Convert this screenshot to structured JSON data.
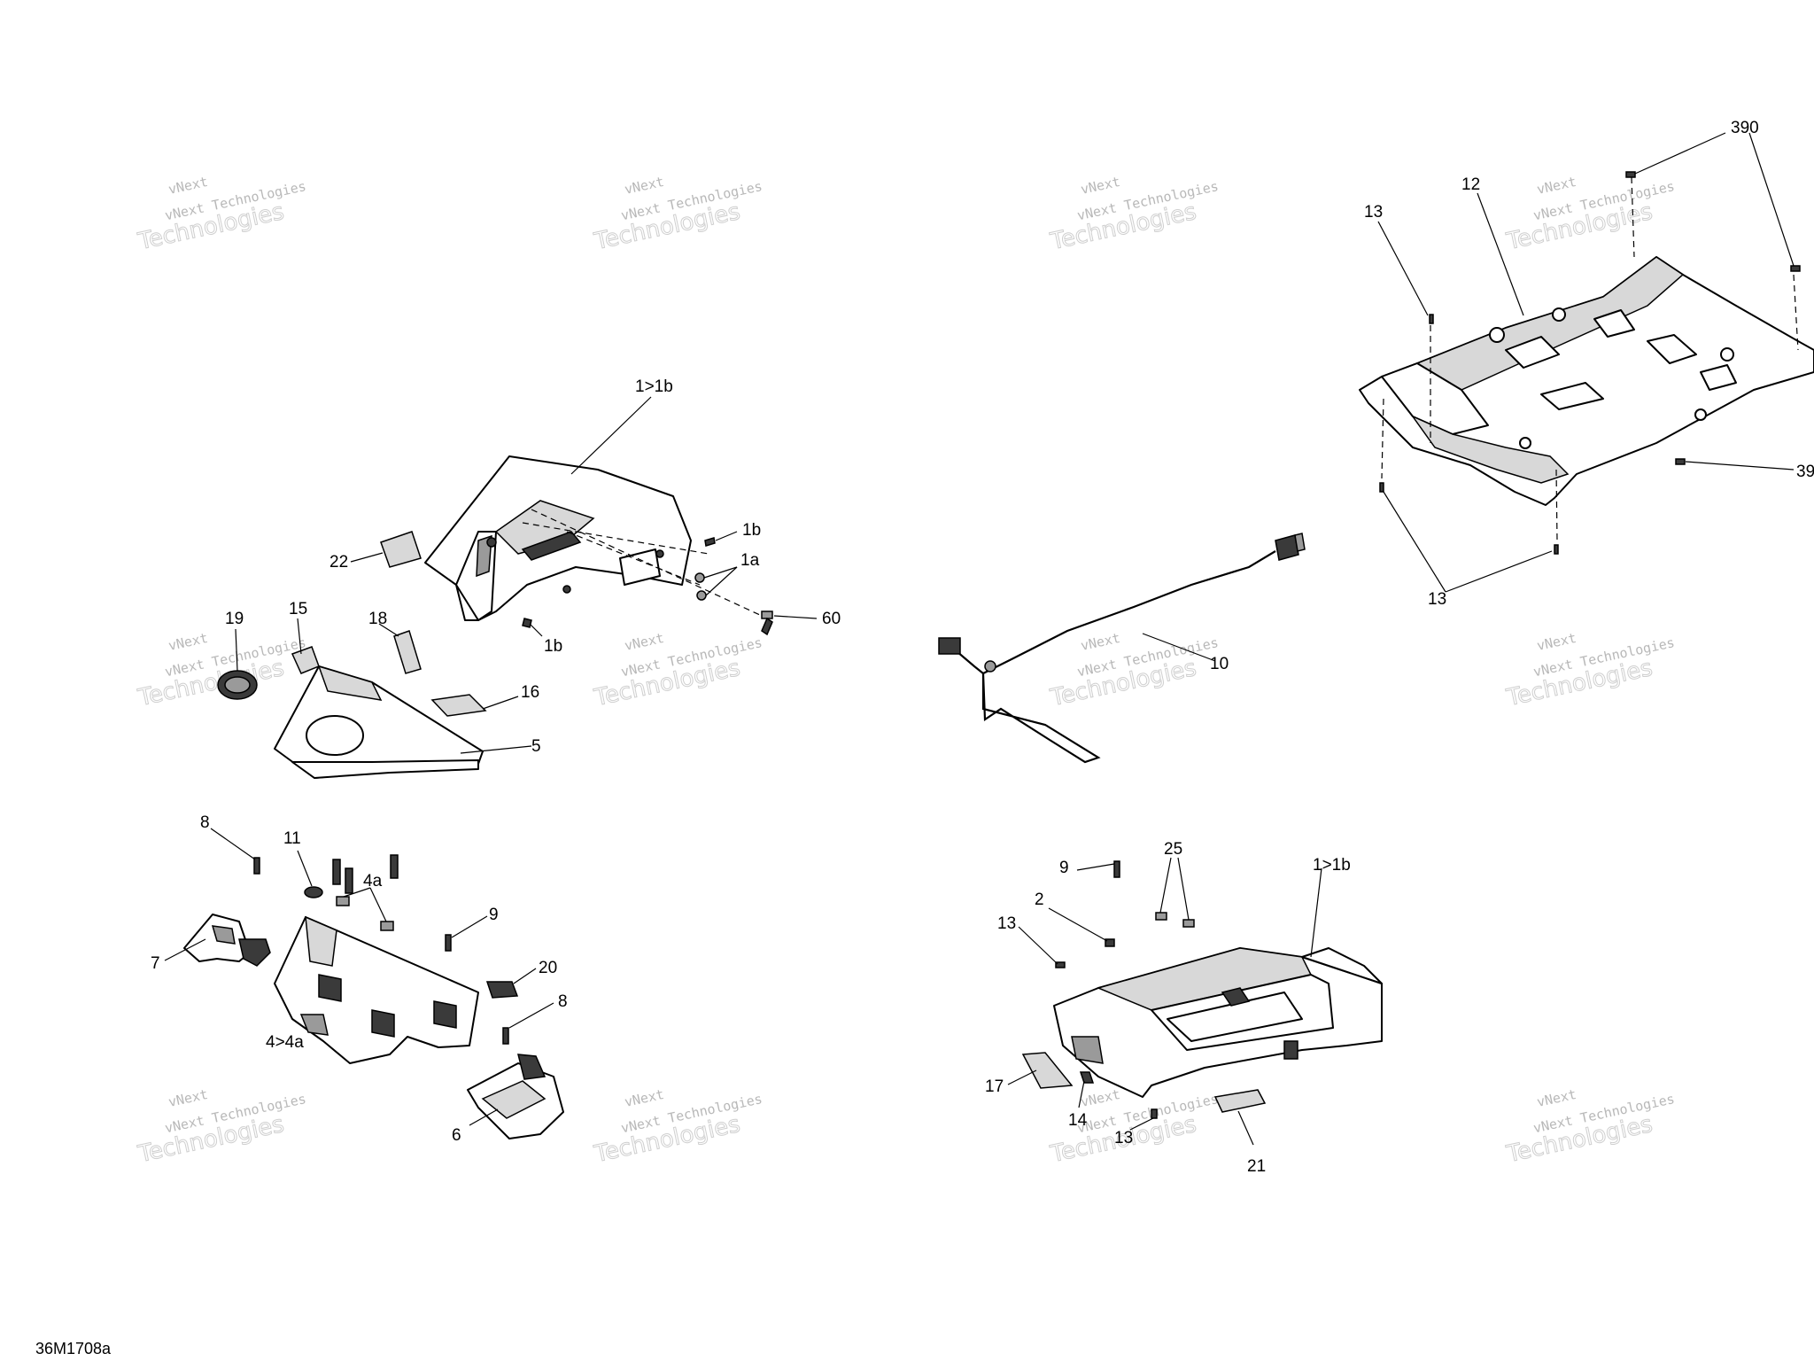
{
  "figure_code": "36M1708a",
  "watermark": {
    "text": "vNext Technologies",
    "line_a": "vNext",
    "line_b": "Technologies"
  },
  "callouts": {
    "c_1_1b_top": "1>1b",
    "c_1b_a": "1b",
    "c_1a": "1a",
    "c_1b_b": "1b",
    "c_60": "60",
    "c_22": "22",
    "c_19": "19",
    "c_15": "15",
    "c_18": "18",
    "c_16": "16",
    "c_5": "5",
    "c_10": "10",
    "c_390_top": "390",
    "c_12": "12",
    "c_13_top": "13",
    "c_39_right": "39",
    "c_13_bottom": "13",
    "c_8_top": "8",
    "c_11": "11",
    "c_4a": "4a",
    "c_9_left": "9",
    "c_7": "7",
    "c_20": "20",
    "c_8_bottom": "8",
    "c_4_4a": "4>4a",
    "c_6": "6",
    "c_9_right": "9",
    "c_25": "25",
    "c_1_1b_bottom": "1>1b",
    "c_2": "2",
    "c_13_mid": "13",
    "c_17": "17",
    "c_14": "14",
    "c_13_low": "13",
    "c_21": "21"
  }
}
